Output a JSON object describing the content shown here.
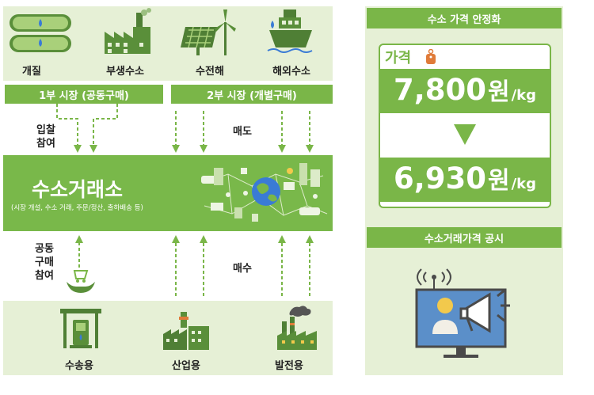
{
  "sources": {
    "items": [
      {
        "label": "개질",
        "icon": "tank-icon"
      },
      {
        "label": "부생수소",
        "icon": "factory-icon"
      },
      {
        "label": "수전해",
        "icon": "solar-wind-icon"
      },
      {
        "label": "해외수소",
        "icon": "ship-icon"
      }
    ]
  },
  "markets": {
    "first": "1부 시장 (공동구매)",
    "second": "2부 시장 (개별구매)"
  },
  "flows": {
    "bid": "입찰\n참여",
    "sell": "매도",
    "buy": "매수",
    "joint_purchase": "공동\n구매\n참여"
  },
  "exchange": {
    "title": "수소거래소",
    "subtitle": "(시장 개설, 수소 거래, 주문/정산, 출하배송 등)"
  },
  "consumers": {
    "items": [
      {
        "label": "수송용",
        "icon": "fuel-station-icon"
      },
      {
        "label": "산업용",
        "icon": "industrial-plant-icon"
      },
      {
        "label": "발전용",
        "icon": "power-plant-icon"
      }
    ]
  },
  "right": {
    "stabilization_title": "수소 가격 안정화",
    "price_label": "가격",
    "price_before": "7,800",
    "price_after": "6,930",
    "currency": "원",
    "unit": "/kg",
    "announcement_title": "수소거래가격 공시"
  },
  "colors": {
    "accent": "#7ab648",
    "panel_bg": "#e6f0d6",
    "dark_green": "#4f7f35",
    "screen_blue": "#5b8fc9"
  }
}
